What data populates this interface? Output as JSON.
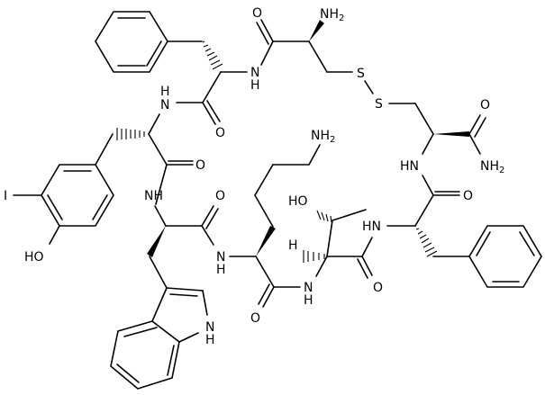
{
  "molecule": {
    "type": "cyclic peptide (disulfide-bridged)",
    "residues": [
      "Cys",
      "Phe",
      "3-Iodo-Tyr",
      "D-Trp",
      "Lys",
      "Thr",
      "Phe",
      "Cys-NH2"
    ]
  },
  "labels": {
    "o_cys1": "O",
    "nh2_cys1": "NH",
    "nh2_cys1_sub": "2",
    "nh_phe1_cys1_n": "N",
    "nh_phe1_cys1_h": "H",
    "nh_tyr_phe1_h": "H",
    "nh_tyr_phe1_n": "N",
    "o_phe1": "O",
    "s1": "S",
    "s2": "S",
    "o_cys2": "O",
    "nh2_cys2": "NH",
    "nh2_cys2_sub": "2",
    "hn_cys2": "HN",
    "o_tyr": "O",
    "nh_trp_tyr": "NH",
    "iodo": "I",
    "hydroxy": "HO",
    "nh2_lys": "NH",
    "nh2_lys_sub": "2",
    "o_phe2": "O",
    "hn_phe2": "HN",
    "ho_thr": "HO",
    "h_thr": "H",
    "o_trp": "O",
    "nh_lys_trp_n": "N",
    "nh_lys_trp_h": "H",
    "o_thr": "O",
    "nh_thr_lys_n": "N",
    "nh_thr_lys_h": "H",
    "o_lys": "O",
    "indole_n": "N",
    "indole_h": "H"
  },
  "colors": {
    "bond": "#000000",
    "background": "#ffffff"
  }
}
